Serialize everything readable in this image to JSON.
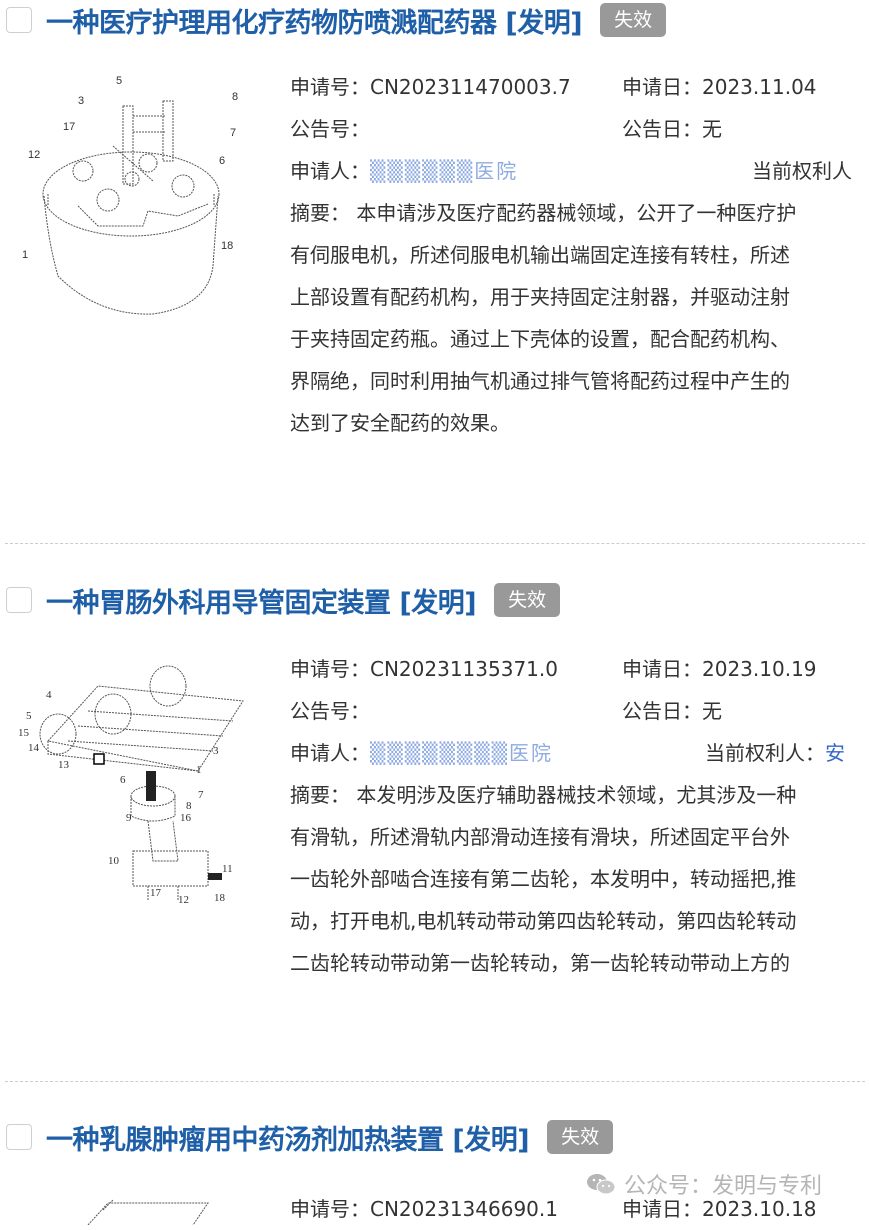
{
  "results": [
    {
      "title": "一种医疗护理用化疗药物防喷溅配药器 [发明]",
      "status_badge": "失效",
      "application_no_label": "申请号：",
      "application_no": "CN2023114700​03.7",
      "application_date_label": "申请日：",
      "application_date": "2023.11.04",
      "publication_no_label": "公告号：",
      "publication_no": "",
      "publication_date_label": "公告日：",
      "publication_date": "无",
      "applicant_label": "申请人：",
      "applicant": "▒▒▒▒▒▒医院",
      "current_owner_label": "当前权利人",
      "current_owner": "",
      "abstract_label": "摘要：",
      "abstract_lines": [
        "本申请涉及医疗配药器械领域，公开了一种医疗护",
        "有伺服电机，所述伺服电机输出端固定连接有转柱，所述",
        "上部设置有配药机构，用于夹持固定注射器，并驱动注射",
        "于夹持固定药瓶。通过上下壳体的设置，配合配药机构、",
        "界隔绝，同时利用抽气机通过排气管将配药过程中产生的",
        "达到了安全配药的效果。"
      ],
      "figure_labels": [
        "5",
        "3",
        "8",
        "17",
        "7",
        "12",
        "6",
        "18",
        "1"
      ]
    },
    {
      "title": "一种胃肠外科用导管固定装置 [发明]",
      "status_badge": "失效",
      "application_no_label": "申请号：",
      "application_no": "CN2023113​5371.0",
      "application_date_label": "申请日：",
      "application_date": "2023.10.19",
      "publication_no_label": "公告号：",
      "publication_no": "",
      "publication_date_label": "公告日：",
      "publication_date": "无",
      "applicant_label": "申请人：",
      "applicant": "▒▒▒▒▒▒▒▒医院",
      "current_owner_label": "当前权利人：",
      "current_owner": "安",
      "abstract_label": "摘要：",
      "abstract_lines": [
        "本发明涉及医疗辅助器械技术领域，尤其涉及一种",
        "有滑轨，所述滑轨内部滑动连接有滑块，所述固定平台外",
        "一齿轮外部啮合连接有第二齿轮，本发明中，转动摇把,推",
        "动，打开电机,电机转动带动第四齿轮转动，第四齿轮转动",
        "二齿轮转动带动第一齿轮转动，第一齿轮转动带动上方的"
      ],
      "figure_labels": [
        "4",
        "5",
        "15",
        "14",
        "13",
        "3",
        "1",
        "6",
        "7",
        "8",
        "9",
        "16",
        "10",
        "11",
        "17",
        "12",
        "18"
      ]
    },
    {
      "title": "一种乳腺肿瘤用中药汤剂加热装置 [发明]",
      "status_badge": "失效",
      "application_no_label": "申请号：",
      "application_no": "CN2023​1346690.1",
      "application_date_label": "申请日：",
      "application_date": "2023.10.18"
    }
  ],
  "watermark": {
    "icon": "wechat-icon",
    "text": "公众号：发明与专利"
  },
  "colors": {
    "title": "#1f5fa8",
    "badge_bg": "#999999",
    "badge_text": "#ffffff",
    "body_text": "#333333",
    "link_blue": "#3366cc",
    "divider": "#cccccc"
  }
}
